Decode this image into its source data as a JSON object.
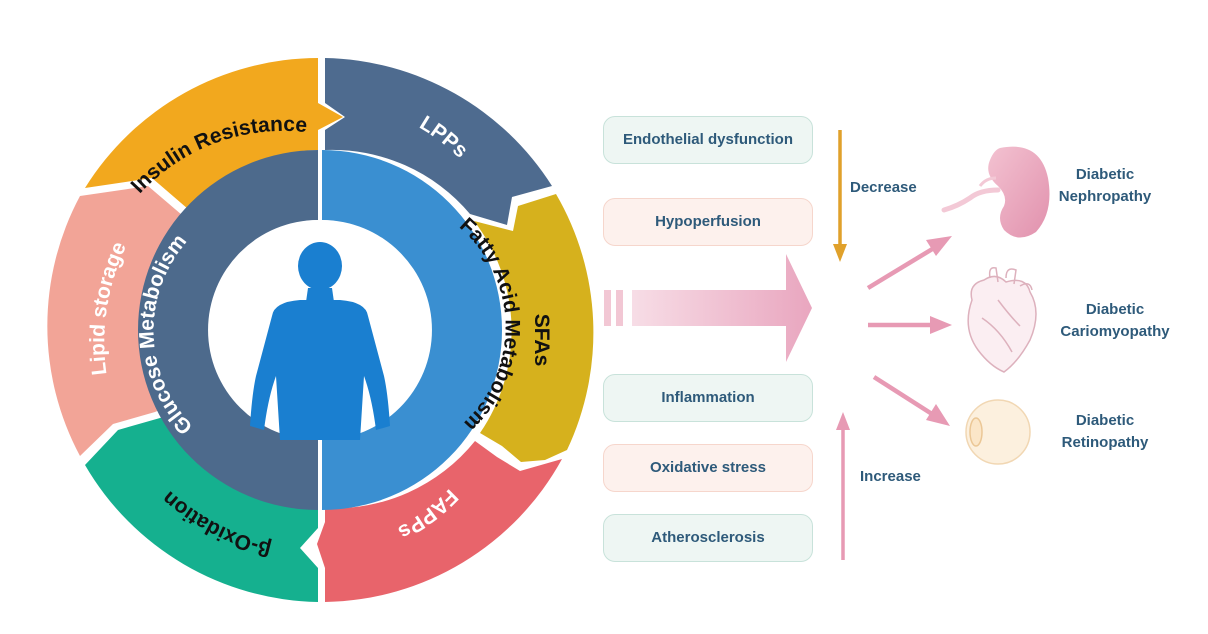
{
  "colors": {
    "insulin_resistance": "#f2a81e",
    "lpps": "#4e6b8f",
    "sfas": "#d6b11d",
    "fapps": "#e8646b",
    "beta_oxidation": "#15b08f",
    "lipid_storage": "#f2a497",
    "glucose_ring": "#4d6a8c",
    "fatty_acid_ring": "#3a8fd1",
    "human": "#1a7fd0",
    "decrease_arrow": "#e0a12b",
    "increase_arrow": "#e79ab4",
    "text": "#2e5a7a"
  },
  "wheel": {
    "outer_segments": {
      "insulin_resistance": "Insulin Resistance",
      "lpps": "LPPs",
      "sfas": "SFAs",
      "fapps": "FAPPs",
      "beta_oxidation": "β-Oxidation",
      "lipid_storage": "Lipid storage"
    },
    "inner_ring": {
      "glucose": "Glucose Metabolism",
      "fatty_acid": "Fatty Acid Metabolism"
    }
  },
  "decreased": {
    "items": [
      "Endothelial dysfunction",
      "Hypoperfusion"
    ],
    "arrow_label": "Decrease"
  },
  "increased": {
    "items": [
      "Inflammation",
      "Oxidative stress",
      "Atherosclerosis"
    ],
    "arrow_label": "Increase"
  },
  "outcomes": {
    "nephropathy": [
      "Diabetic",
      "Nephropathy"
    ],
    "cardiomyopathy": [
      "Diabetic",
      "Cariomyopathy"
    ],
    "retinopathy": [
      "Diabetic",
      "Retinopathy"
    ]
  }
}
